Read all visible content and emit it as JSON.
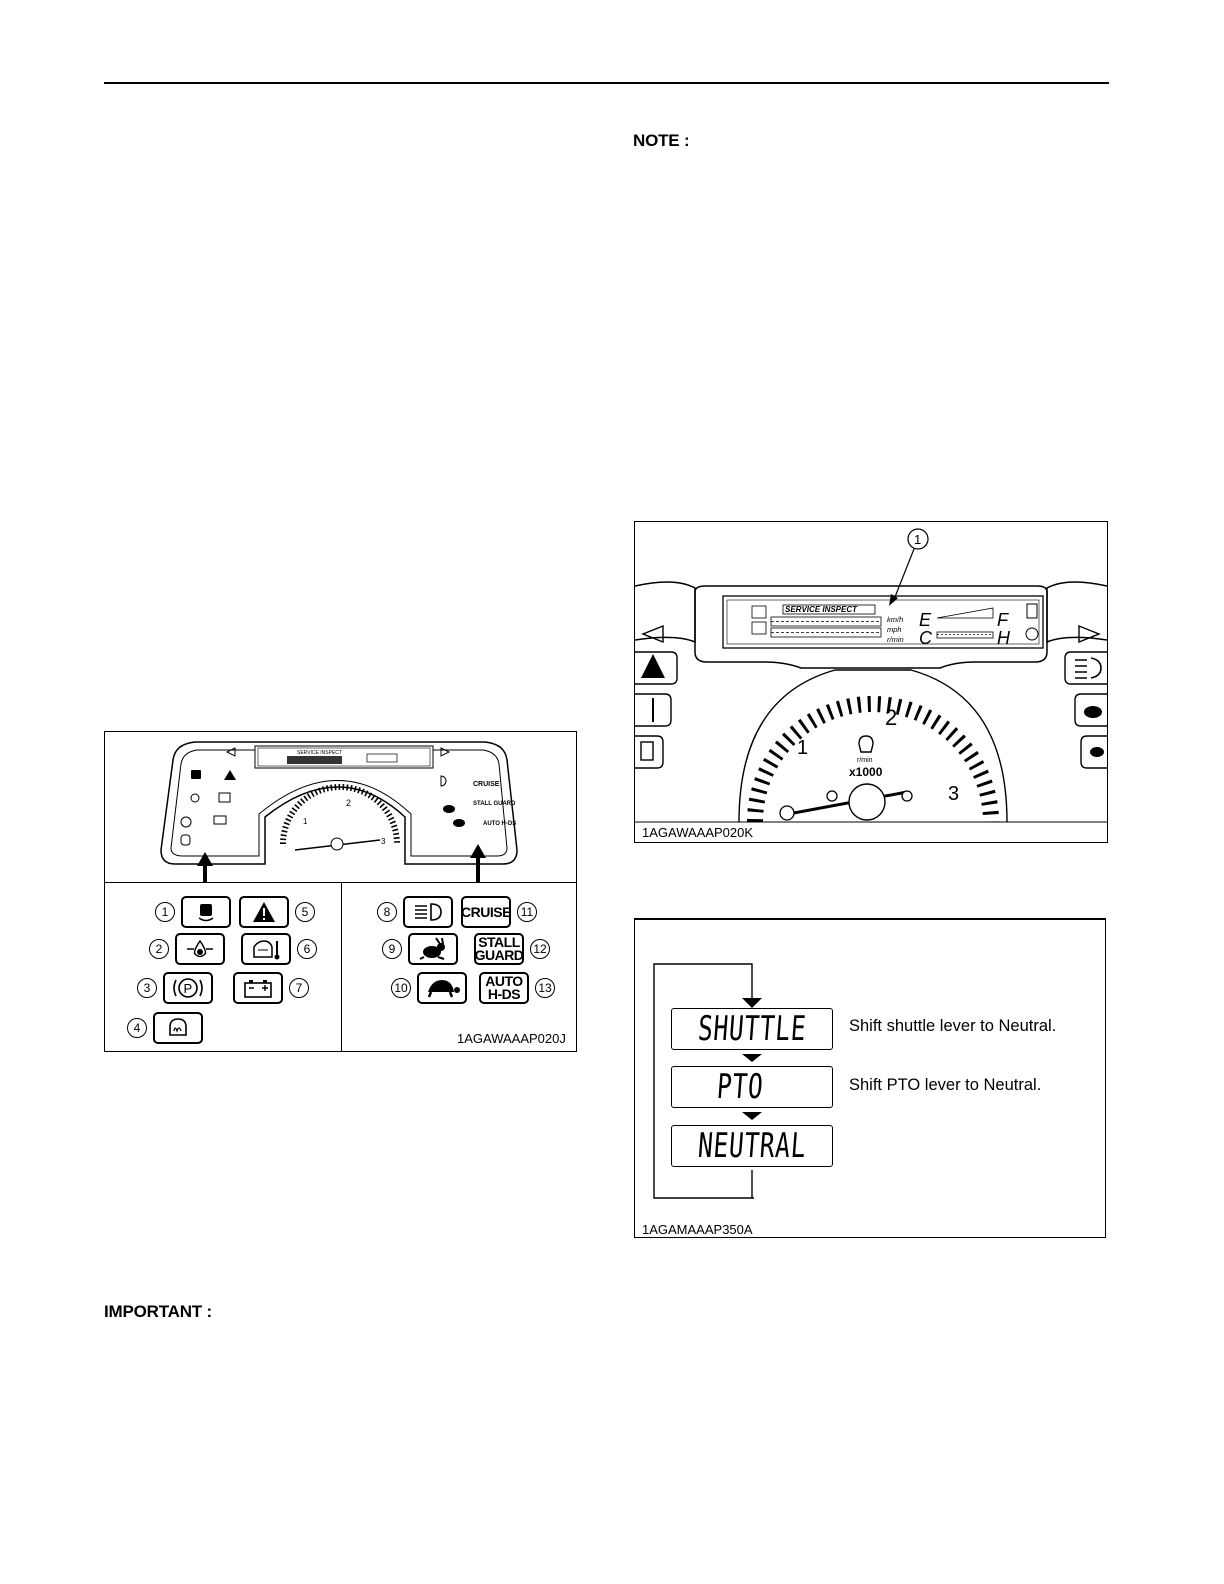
{
  "page": {
    "note_heading": "NOTE :",
    "important_heading": "IMPORTANT :"
  },
  "figure_left": {
    "code": "1AGAWAAAP020J",
    "lcd_text": "SERVICE INSPECT",
    "tacho_labels": [
      "1",
      "2",
      "3"
    ],
    "side_labels": [
      "CRUISE",
      "STALL GUARD",
      "AUTO H-DS"
    ],
    "legend_left": [
      {
        "num": "1",
        "icon": "four-wheel-drive-icon",
        "side": "left"
      },
      {
        "num": "5",
        "icon": "master-warning-icon",
        "side": "right"
      },
      {
        "num": "2",
        "icon": "engine-oil-pressure-icon",
        "side": "left"
      },
      {
        "num": "6",
        "icon": "coolant-temperature-icon",
        "side": "right"
      },
      {
        "num": "3",
        "icon": "parking-brake-icon",
        "side": "left"
      },
      {
        "num": "7",
        "icon": "battery-charge-icon",
        "side": "right"
      },
      {
        "num": "4",
        "icon": "glow-plug-icon",
        "side": "left"
      }
    ],
    "legend_right": [
      {
        "num": "8",
        "icon": "headlight-icon",
        "side": "left"
      },
      {
        "num": "11",
        "label": "CRUISE",
        "side": "right"
      },
      {
        "num": "9",
        "icon": "rabbit-icon",
        "side": "left"
      },
      {
        "num": "12",
        "label": "STALL GUARD",
        "side": "right"
      },
      {
        "num": "10",
        "icon": "turtle-icon",
        "side": "left"
      },
      {
        "num": "13",
        "label": "AUTO H-DS",
        "side": "right"
      }
    ]
  },
  "figure_right_top": {
    "code": "1AGAWAAAP020K",
    "callout": "1",
    "lcd_text": "SERVICE INSPECT",
    "units": [
      "km/h",
      "mph",
      "r/min"
    ],
    "fuel_labels": [
      "E",
      "F"
    ],
    "temp_labels": [
      "C",
      "H"
    ],
    "tacho_labels": [
      "1",
      "2",
      "3"
    ],
    "tacho_unit": "x1000",
    "tacho_rpm": "r/min"
  },
  "figure_right_bottom": {
    "code": "1AGAMAAAP350A",
    "steps": [
      {
        "display": "SHUTTLE",
        "note": "Shift shuttle lever to Neutral."
      },
      {
        "display": "PTO",
        "note": "Shift PTO lever to Neutral."
      },
      {
        "display": "NEUTRAL",
        "note": ""
      }
    ]
  }
}
